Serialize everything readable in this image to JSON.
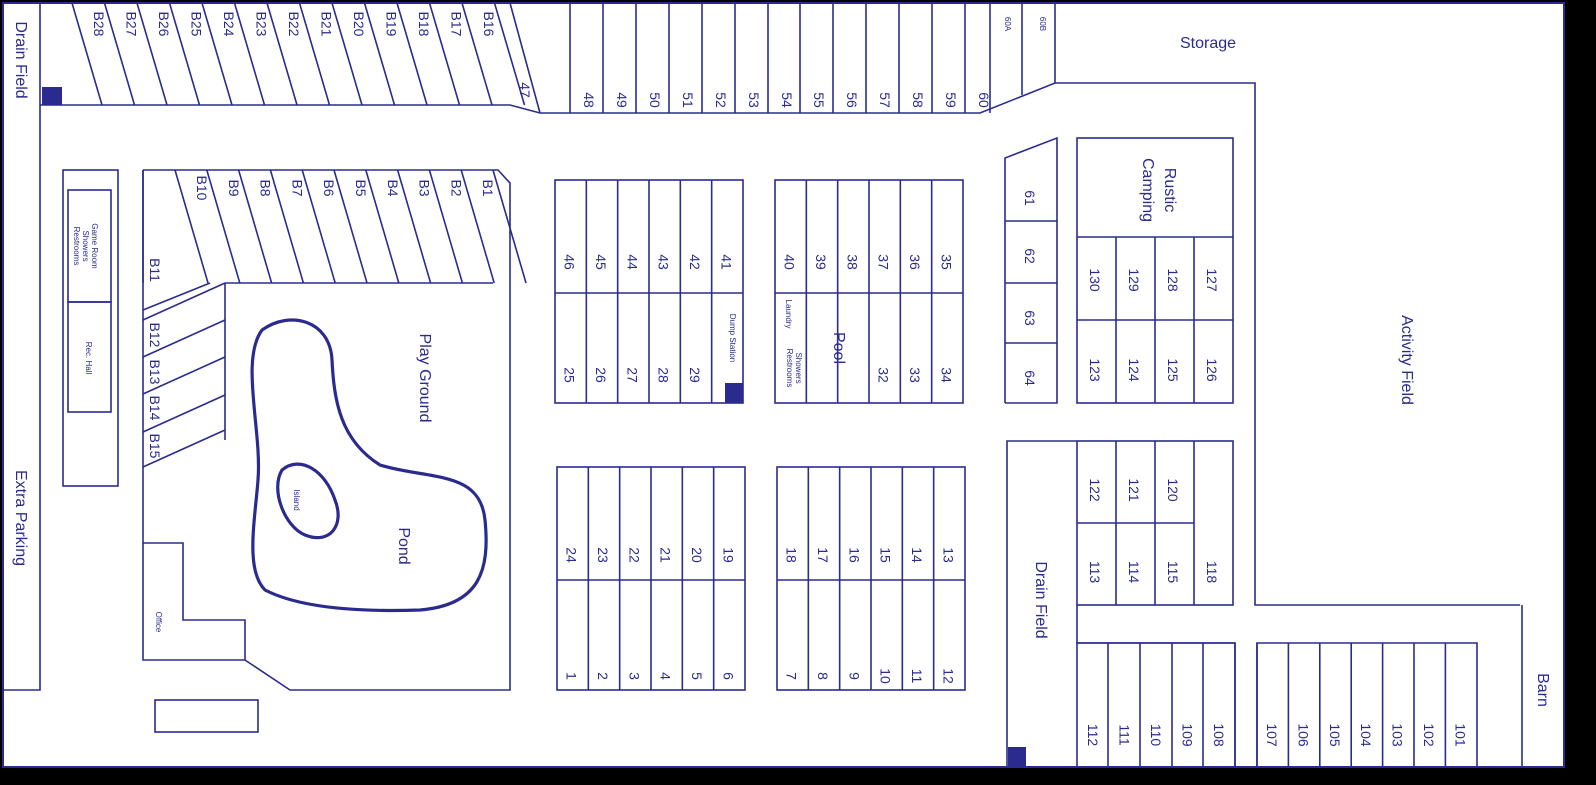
{
  "labels": {
    "drain_field_top": "Drain Field",
    "drain_field_mid": "Drain Field",
    "extra_parking": "Extra Parking",
    "storage": "Storage",
    "activity_field": "Activity Field",
    "barn": "Barn",
    "play_ground": "Play Ground",
    "pond": "Pond",
    "island": "Island",
    "office": "Office",
    "rec_hall": "Rec. Hall",
    "restrooms_showers_game_room": [
      "Restrooms",
      "Showers",
      "Game Room"
    ],
    "pool": "Pool",
    "laundry": "Laundry",
    "restrooms_showers_pool": [
      "Restrooms",
      "Showers"
    ],
    "dump_station": "Dump Station",
    "rustic_camping": [
      "Rustic",
      "Camping"
    ]
  },
  "sites": {
    "b_top": [
      "B28",
      "B27",
      "B26",
      "B25",
      "B24",
      "B23",
      "B22",
      "B21",
      "B20",
      "B19",
      "B18",
      "B17",
      "B16"
    ],
    "b_row": [
      "B10",
      "B9",
      "B8",
      "B7",
      "B6",
      "B5",
      "B4",
      "B3",
      "B2",
      "B1"
    ],
    "b_left": [
      "B11",
      "B12",
      "B13",
      "B14",
      "B15"
    ],
    "top_row": [
      "47",
      "48",
      "49",
      "50",
      "51",
      "52",
      "53",
      "54",
      "55",
      "56",
      "57",
      "58",
      "59",
      "60"
    ],
    "top_60": [
      "60A",
      "60B"
    ],
    "blockA_top": [
      "46",
      "45",
      "44",
      "43",
      "42",
      "41"
    ],
    "blockA_bottom": [
      "25",
      "26",
      "27",
      "28",
      "29"
    ],
    "blockB_top": [
      "40",
      "39",
      "38",
      "37",
      "36",
      "35"
    ],
    "blockB_bottom": [
      "32",
      "33",
      "34"
    ],
    "col_61": [
      "61",
      "62",
      "63",
      "64"
    ],
    "rustic_top": [
      "130",
      "129",
      "128",
      "127"
    ],
    "rustic_bottom": [
      "123",
      "124",
      "125",
      "126"
    ],
    "blockC_top": [
      "24",
      "23",
      "22",
      "21",
      "20",
      "19"
    ],
    "blockC_bottom": [
      "1",
      "2",
      "3",
      "4",
      "5",
      "6"
    ],
    "blockD_top": [
      "18",
      "17",
      "16",
      "15",
      "14",
      "13"
    ],
    "blockD_bottom": [
      "7",
      "8",
      "9",
      "10",
      "11",
      "12"
    ],
    "right_upper": [
      "122",
      "121",
      "120"
    ],
    "right_lower": [
      "113",
      "114",
      "115",
      "118"
    ],
    "bottom_mid": [
      "112",
      "111",
      "110",
      "109",
      "108"
    ],
    "bottom_right": [
      "107",
      "106",
      "105",
      "104",
      "103",
      "102",
      "101"
    ]
  },
  "colors": {
    "line": "#2b2b8f",
    "background": "#ffffff",
    "frame": "#000000"
  }
}
